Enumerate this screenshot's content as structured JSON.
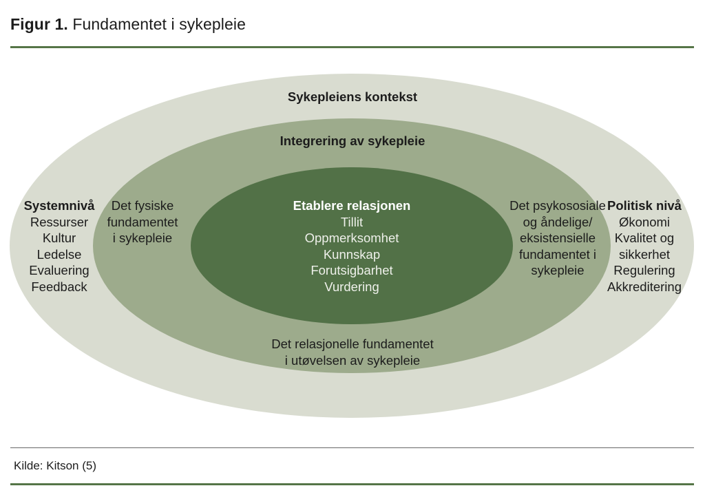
{
  "colors": {
    "outer_ellipse": "#d9dcd0",
    "middle_ellipse": "#9dab8c",
    "inner_ellipse": "#527147",
    "rule_green": "#557547",
    "rule_gray": "#666666"
  },
  "header": {
    "figure_label": "Figur 1.",
    "figure_title": "Fundamentet i sykepleie"
  },
  "diagram": {
    "outer_label": "Sykepleiens kontekst",
    "middle_label": "Integrering av sykepleie",
    "inner": {
      "title": "Etablere relasjonen",
      "items": [
        "Tillit",
        "Oppmerksomhet",
        "Kunnskap",
        "Forutsigbarhet",
        "Vurdering"
      ]
    },
    "system_level": {
      "title": "Systemnivå",
      "items": [
        "Ressurser",
        "Kultur",
        "Ledelse",
        "Evaluering",
        "Feedback"
      ]
    },
    "physical_foundation": {
      "lines": [
        "Det fysiske",
        "fundamentet",
        "i sykepleie"
      ]
    },
    "psychosocial_foundation": {
      "lines": [
        "Det psykososiale",
        "og åndelige/",
        "eksistensielle",
        "fundamentet i",
        "sykepleie"
      ]
    },
    "political_level": {
      "title": "Politisk nivå",
      "items": [
        "Økonomi",
        "Kvalitet og",
        "sikkerhet",
        "Regulering",
        "Akkreditering"
      ]
    },
    "relational_foundation": {
      "lines": [
        "Det relasjonelle fundamentet",
        "i utøvelsen av sykepleie"
      ]
    }
  },
  "footer": {
    "source": "Kilde: Kitson (5)"
  }
}
